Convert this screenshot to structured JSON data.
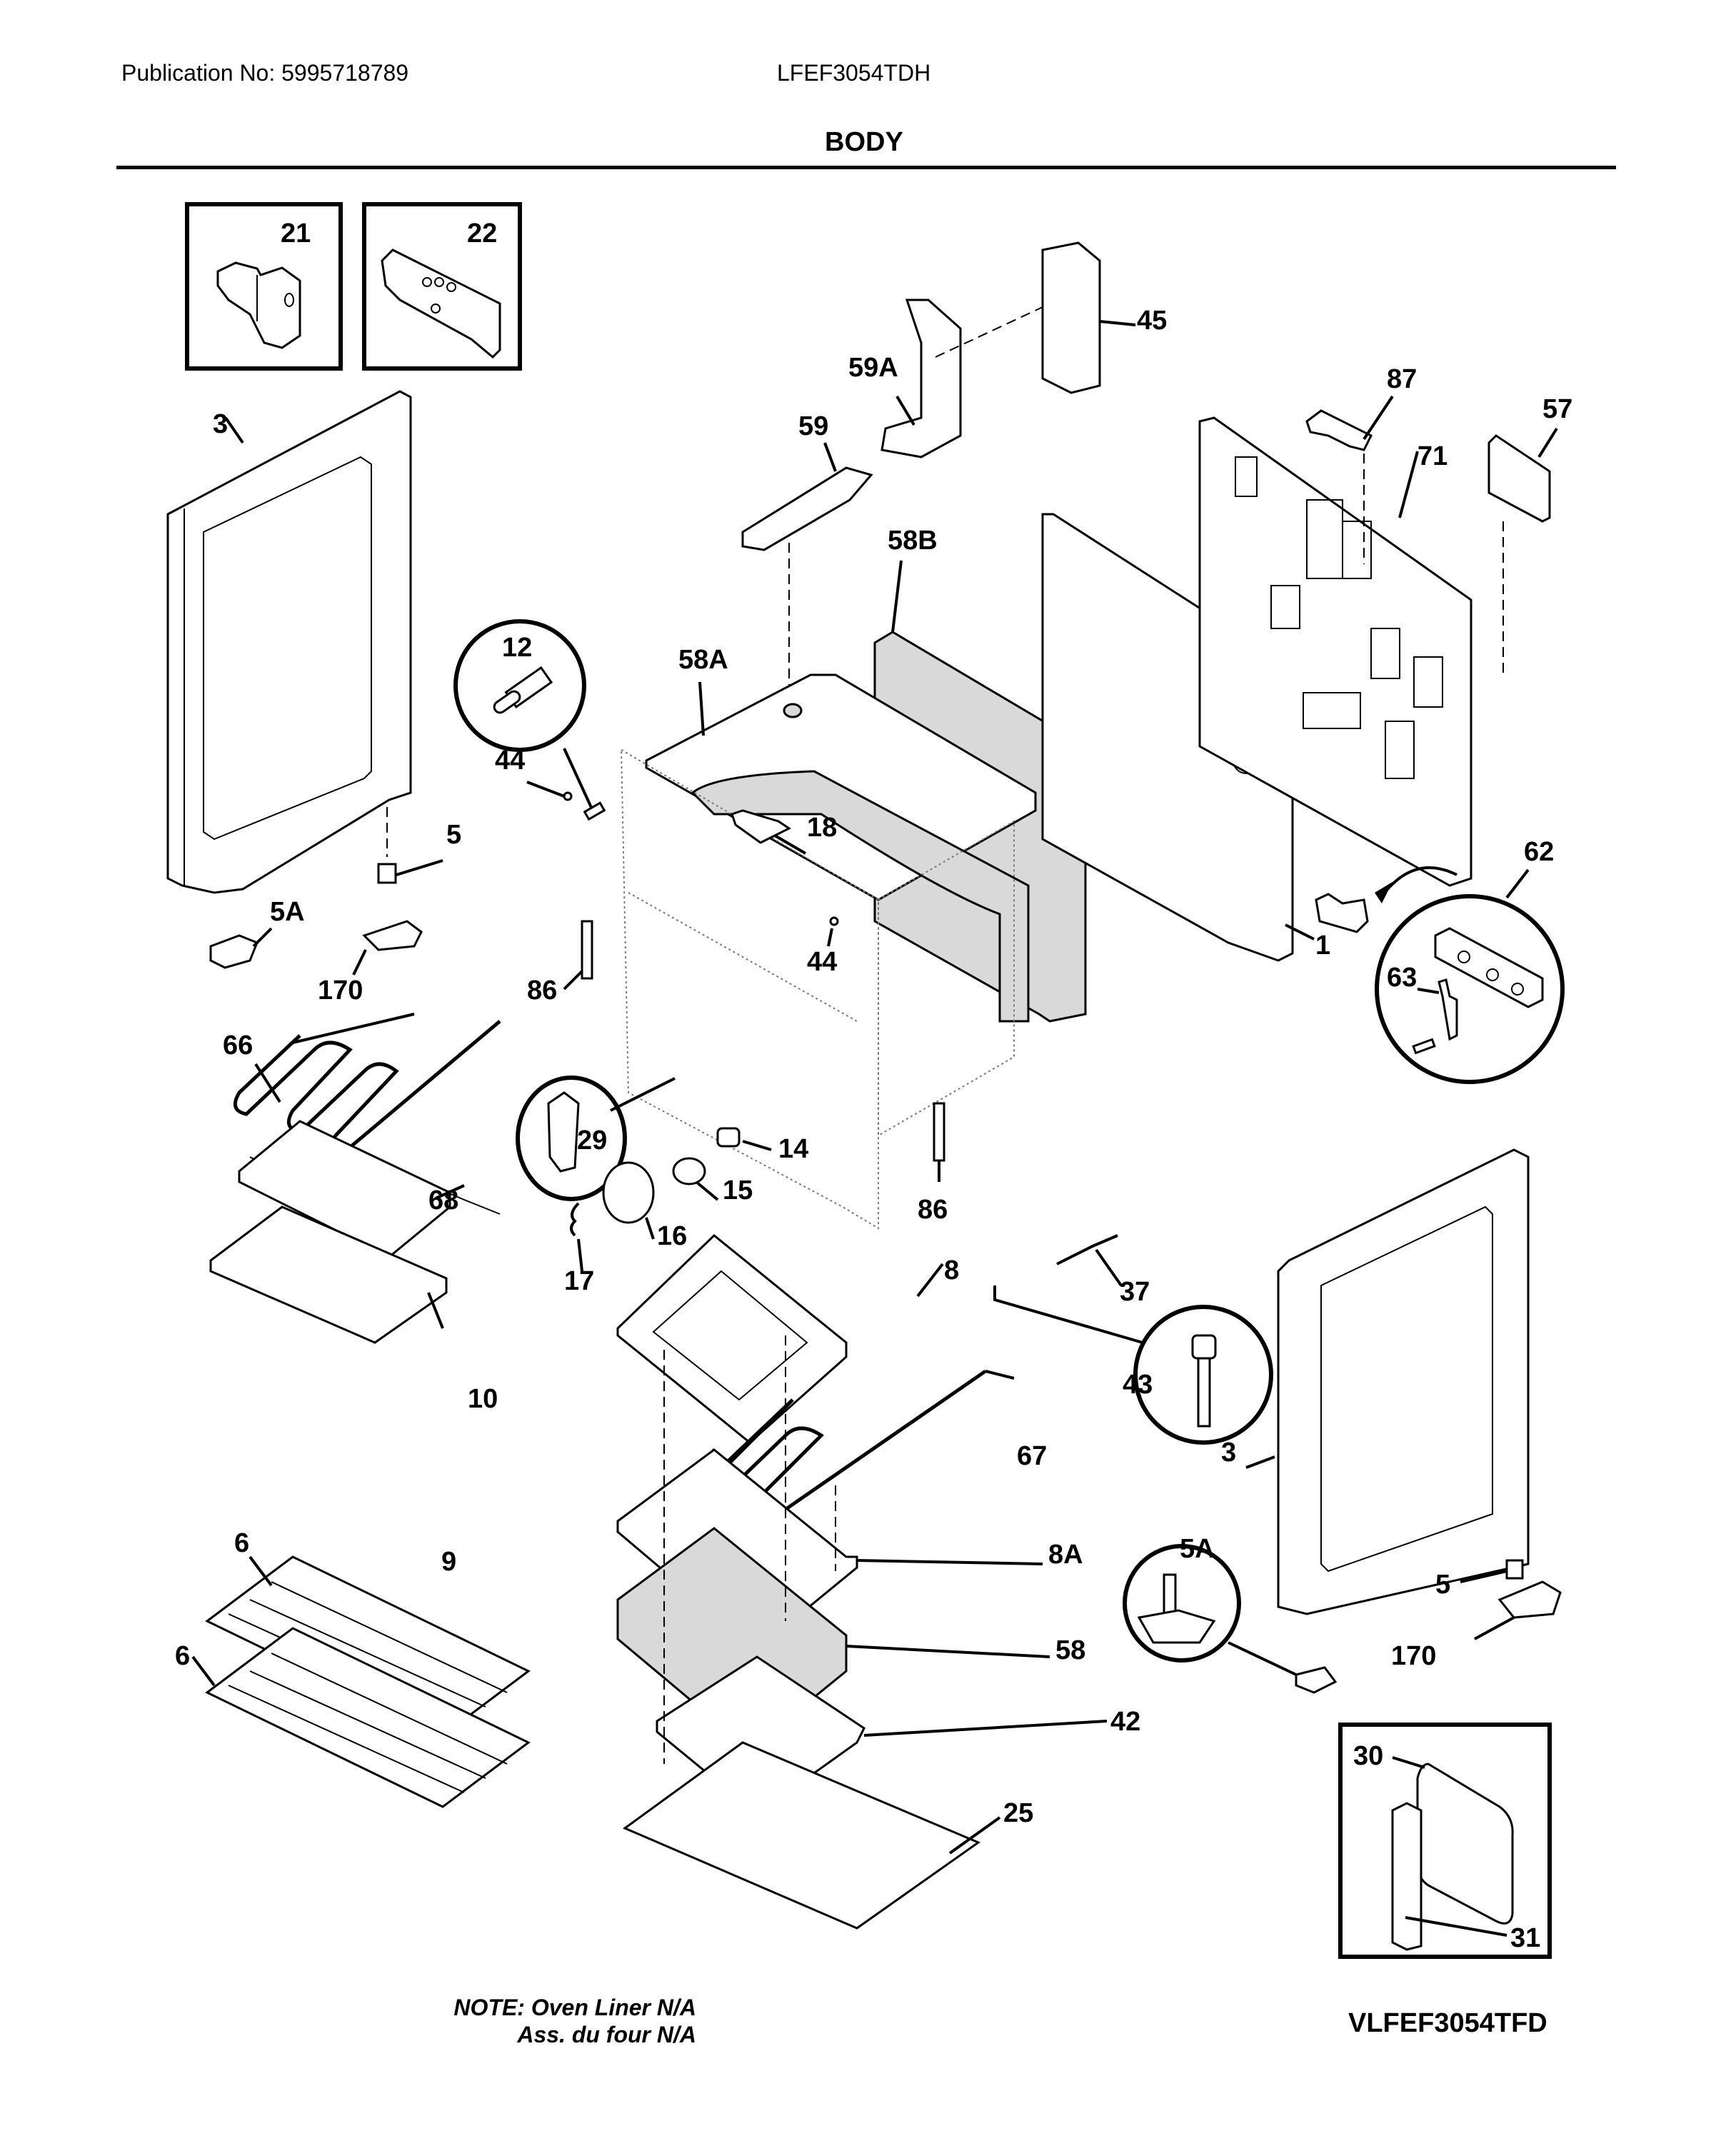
{
  "header": {
    "publication": "Publication No: 5995718789",
    "model": "LFEF3054TDH",
    "section_title": "BODY"
  },
  "footer": {
    "note_line1": "NOTE: Oven Liner N/A",
    "note_line2": "Ass. du four N/A",
    "diagram_code": "VLFEF3054TFD"
  },
  "callouts": {
    "p21": "21",
    "p22": "22",
    "p3_left": "3",
    "p3_right": "3",
    "p45": "45",
    "p59A": "59A",
    "p59": "59",
    "p58B": "58B",
    "p87": "87",
    "p57": "57",
    "p71": "71",
    "p12": "12",
    "p58A": "58A",
    "p44_left": "44",
    "p44_right": "44",
    "p18": "18",
    "p5_left": "5",
    "p5_right": "5",
    "p5A_left": "5A",
    "p5A_right": "5A",
    "p170_left": "170",
    "p170_right": "170",
    "p86_left": "86",
    "p86_right": "86",
    "p62": "62",
    "p63": "63",
    "p1": "1",
    "p66": "66",
    "p68": "68",
    "p29": "29",
    "p14": "14",
    "p15": "15",
    "p16": "16",
    "p17": "17",
    "p37": "37",
    "p8": "8",
    "p43": "43",
    "p10": "10",
    "p9": "9",
    "p67": "67",
    "p6_top": "6",
    "p6_bottom": "6",
    "p8A": "8A",
    "p58": "58",
    "p42": "42",
    "p25": "25",
    "p30": "30",
    "p31": "31"
  }
}
